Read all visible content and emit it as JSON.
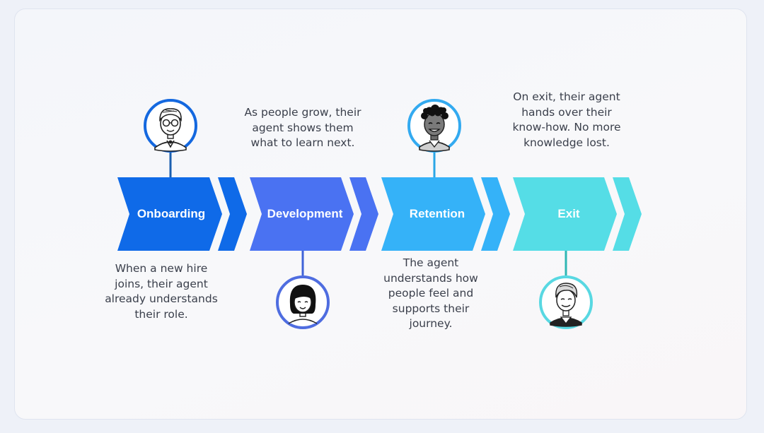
{
  "stages": [
    {
      "label": "Onboarding",
      "color": "#0f6ae8",
      "connector": "#1b5fb0",
      "avatar": "man-glasses-avatar",
      "description": "When a new hire joins, their agent already understands their role."
    },
    {
      "label": "Development",
      "color": "#4a72f2",
      "connector": "#3f63d8",
      "avatar": "woman-bob-hair-avatar",
      "description": "As people grow, their agent shows them what to learn next."
    },
    {
      "label": "Retention",
      "color": "#35b2f8",
      "connector": "#2aa6e6",
      "avatar": "man-curly-hair-avatar",
      "description": "The agent understands how people feel and supports their journey."
    },
    {
      "label": "Exit",
      "color": "#55dde6",
      "connector": "#2fb7b4",
      "avatar": "older-man-avatar",
      "description": "On exit, their agent hands over their know-how. No more knowledge lost."
    }
  ]
}
